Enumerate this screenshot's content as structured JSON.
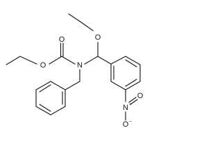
{
  "molecule": {
    "atoms": {
      "carbonyl_oxygen": "O",
      "ester_oxygen": "O",
      "amine_nitrogen": "N",
      "ether_oxygen": "O",
      "nitro_nitrogen": "N",
      "nitro_charge_positive": "+",
      "nitro_oxygen_top": "O",
      "nitro_oxygen_bottom": "O",
      "nitro_charge_negative": "−"
    },
    "colors": {
      "bond": "#1a1a1a",
      "label": "#1a1a1a",
      "background": "#ffffff"
    }
  }
}
